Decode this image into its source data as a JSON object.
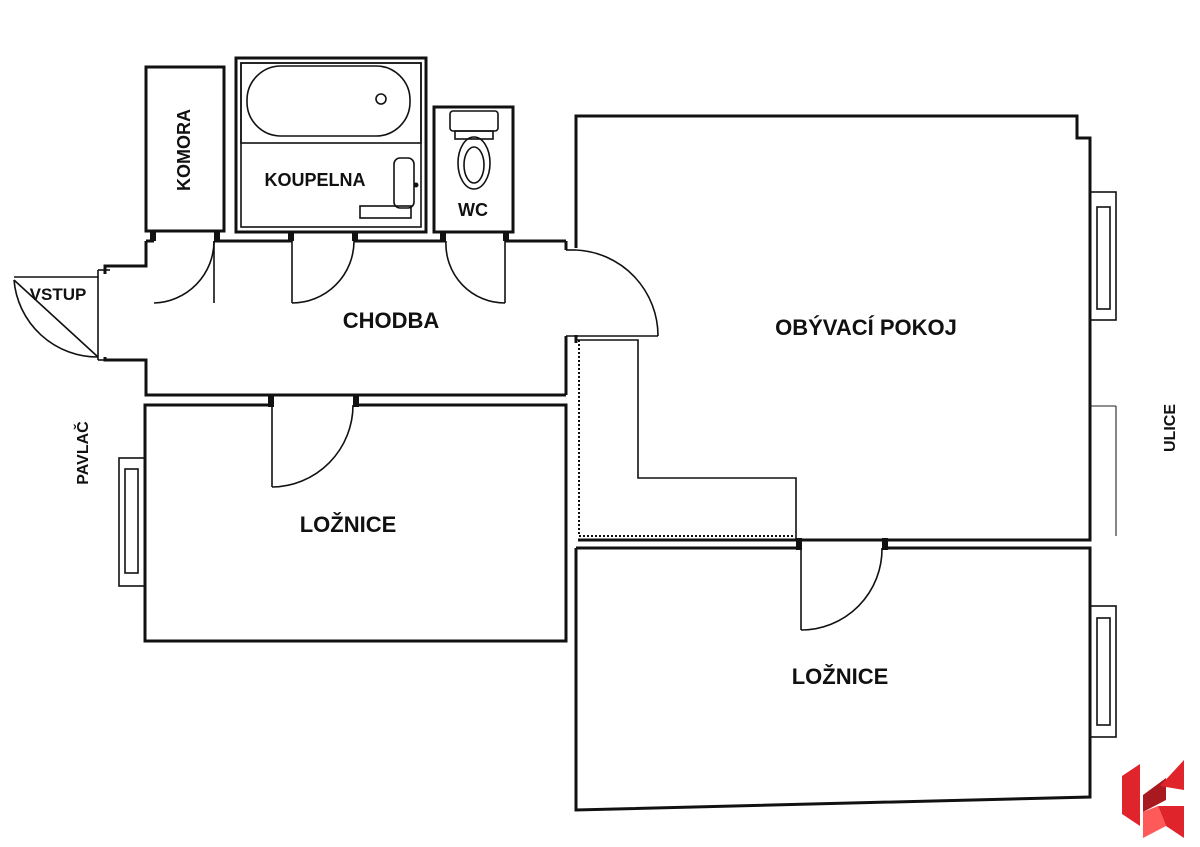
{
  "rooms": {
    "komora": "KOMORA",
    "koupelna": "KOUPELNA",
    "wc": "WC",
    "vstup": "VSTUP",
    "chodba": "CHODBA",
    "obyvaci_pokoj": "OBÝVACÍ POKOJ",
    "loznice_left": "LOŽNICE",
    "loznice_right": "LOŽNICE"
  },
  "outside": {
    "pavlac": "PAVLAČ",
    "ulice": "ULICE"
  },
  "logo": {
    "colors": [
      "#e0242b",
      "#a81a20",
      "#ff5a5a"
    ]
  }
}
